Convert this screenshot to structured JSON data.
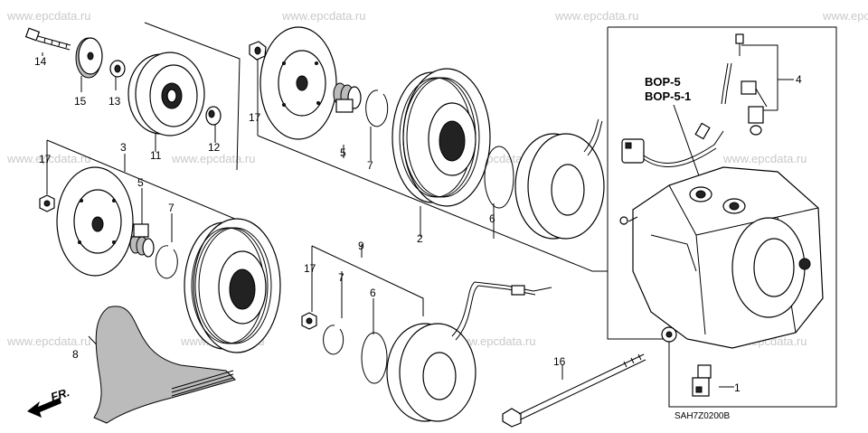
{
  "watermark": "www.epcdata.ru",
  "diagram_code": "SAH7Z0200B",
  "direction_label": "FR.",
  "callouts": {
    "bop_line1": "BOP-5",
    "bop_line2": "BOP-5-1"
  },
  "part_numbers": [
    "1",
    "2",
    "3",
    "4",
    "5",
    "5",
    "6",
    "6",
    "7",
    "7",
    "7",
    "8",
    "9",
    "11",
    "12",
    "13",
    "14",
    "15",
    "16",
    "17",
    "17",
    "17"
  ]
}
